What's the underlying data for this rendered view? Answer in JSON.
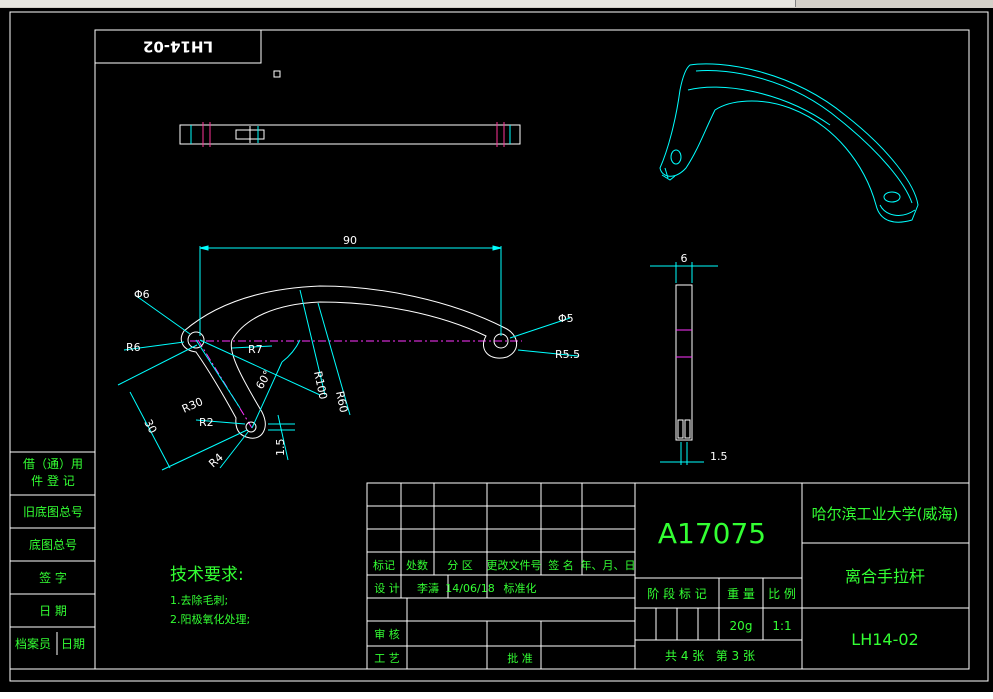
{
  "title_stamp": "LH14-02",
  "drawing_view": {
    "dimensions": {
      "span": "90",
      "hole_left": "Φ6",
      "hole_right": "Φ5",
      "r_left": "R6",
      "r_right": "R5.5",
      "r7": "R7",
      "r100": "R100",
      "r60": "R60",
      "r30": "R30",
      "angle": "60°",
      "r2": "R2",
      "r4": "R4",
      "len30": "30",
      "small15": "1.5"
    },
    "side_view": {
      "width": "6",
      "bottom": "1.5"
    }
  },
  "left_block": {
    "rows": [
      "借（通）用件登记",
      "旧底图总号",
      "底图总号",
      "签 字",
      "日 期"
    ],
    "row_a": [
      "借（通）用",
      "件 登 记"
    ],
    "last_row": [
      "档案员",
      "日期"
    ]
  },
  "tech_requirements": {
    "heading": "技术要求:",
    "items": [
      "1.去除毛刺;",
      "2.阳极氧化处理;"
    ]
  },
  "title_block": {
    "drawing_number": "A17075",
    "school": "哈尔滨工业大学(威海)",
    "part_name": "离合手拉杆",
    "part_code": "LH14-02",
    "revision_headers": [
      "标记",
      "处数",
      "分 区",
      "更改文件号",
      "签 名",
      "年、月、日"
    ],
    "design_label": "设 计",
    "designer": "李濤",
    "date": "14/06/18",
    "standardization": "标准化",
    "review_label": "审 核",
    "process_label": "工 艺",
    "approve_label": "批 准",
    "stage_label": "阶 段 标 记",
    "weight_label": "重 量",
    "scale_label": "比 例",
    "weight": "20g",
    "scale": "1:1",
    "sheets": "共 4 张   第 3 张"
  }
}
